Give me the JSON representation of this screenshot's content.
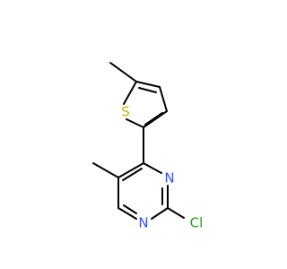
{
  "molecule": {
    "atoms": [
      {
        "id": "S",
        "symbol": "S",
        "color": "#c8b400"
      },
      {
        "id": "N3",
        "symbol": "N",
        "color": "#3050f8"
      },
      {
        "id": "N1",
        "symbol": "N",
        "color": "#3050f8"
      },
      {
        "id": "Cl",
        "symbol": "Cl",
        "color": "#1fa01f"
      }
    ],
    "bond_color": "#000000"
  }
}
